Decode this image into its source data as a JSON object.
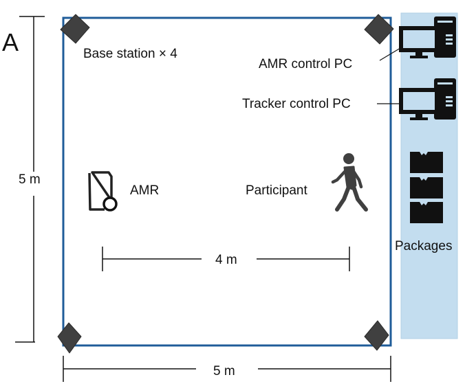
{
  "panel_label": "A",
  "room": {
    "width_label": "5 m",
    "height_label": "5 m",
    "border_color": "#1f5c99"
  },
  "base_stations": {
    "label": "Base station × 4",
    "count": 4,
    "color": "#404040"
  },
  "side_area": {
    "color": "#c3ddef",
    "amr_pc_label": "AMR control PC",
    "tracker_pc_label": "Tracker control PC",
    "packages_label": "Packages",
    "package_count": 3
  },
  "amr": {
    "label": "AMR"
  },
  "participant": {
    "label": "Participant"
  },
  "distance": {
    "label": "4 m"
  }
}
